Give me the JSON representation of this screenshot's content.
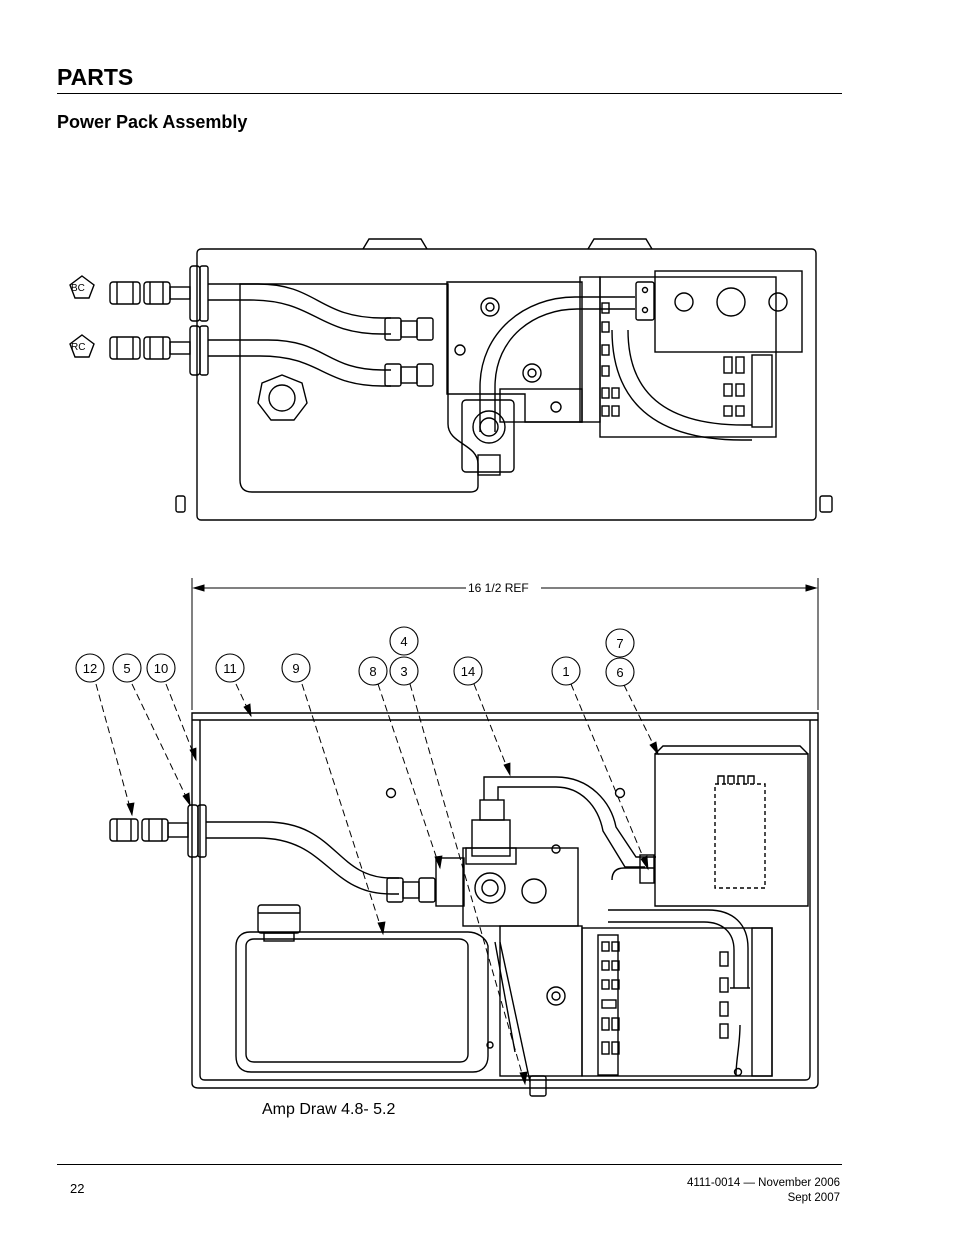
{
  "header": {
    "section_title": "PARTS",
    "subtitle": "Power Pack Assembly"
  },
  "drawing": {
    "port_labels": [
      "BC",
      "RC"
    ],
    "dimension_label": "16 1/2 REF",
    "callouts": [
      "12",
      "5",
      "10",
      "11",
      "9",
      "8",
      "4",
      "3",
      "14",
      "1",
      "7",
      "6"
    ],
    "note": "Amp Draw 4.8- 5.2"
  },
  "footer": {
    "page_number": "22",
    "doc_ref_line1": "4111-0014 — November 2006",
    "doc_ref_line2": "Sept 2007"
  }
}
